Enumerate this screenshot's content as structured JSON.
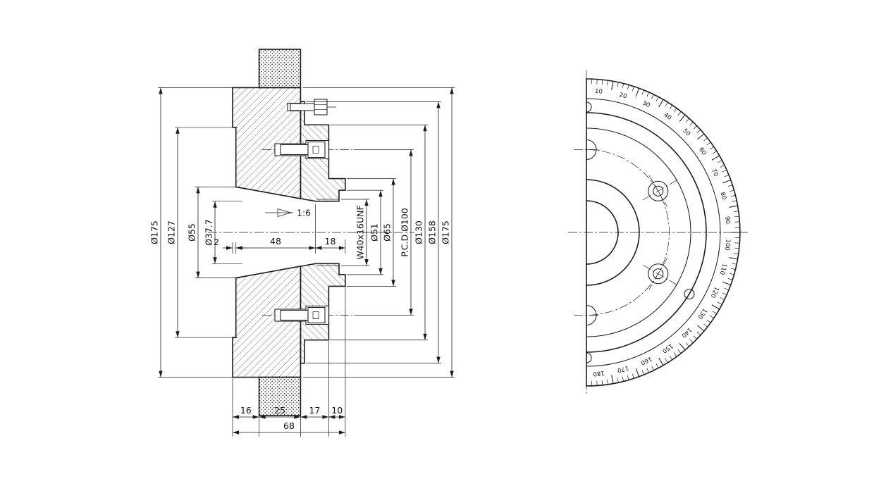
{
  "section_view": {
    "left_diameter_dims": [
      "Ø175",
      "Ø127",
      "Ø55",
      "Ø37.7"
    ],
    "bore_length_dims": [
      "2",
      "48",
      "18"
    ],
    "taper_label": "1:6",
    "thread_and_right_dims": [
      "W40x16UNF",
      "Ø51",
      "Ø65",
      "P.C.D Ø100",
      "Ø130",
      "Ø158",
      "Ø175"
    ],
    "bottom_width_dims": [
      "16",
      "25",
      "17",
      "10"
    ],
    "overall_width_dim": "68"
  },
  "front_view": {
    "degree_labels": [
      "10",
      "20",
      "30",
      "40",
      "50",
      "60",
      "70",
      "80",
      "90",
      "100",
      "110",
      "120",
      "130",
      "140",
      "150",
      "160",
      "170",
      "180"
    ]
  }
}
